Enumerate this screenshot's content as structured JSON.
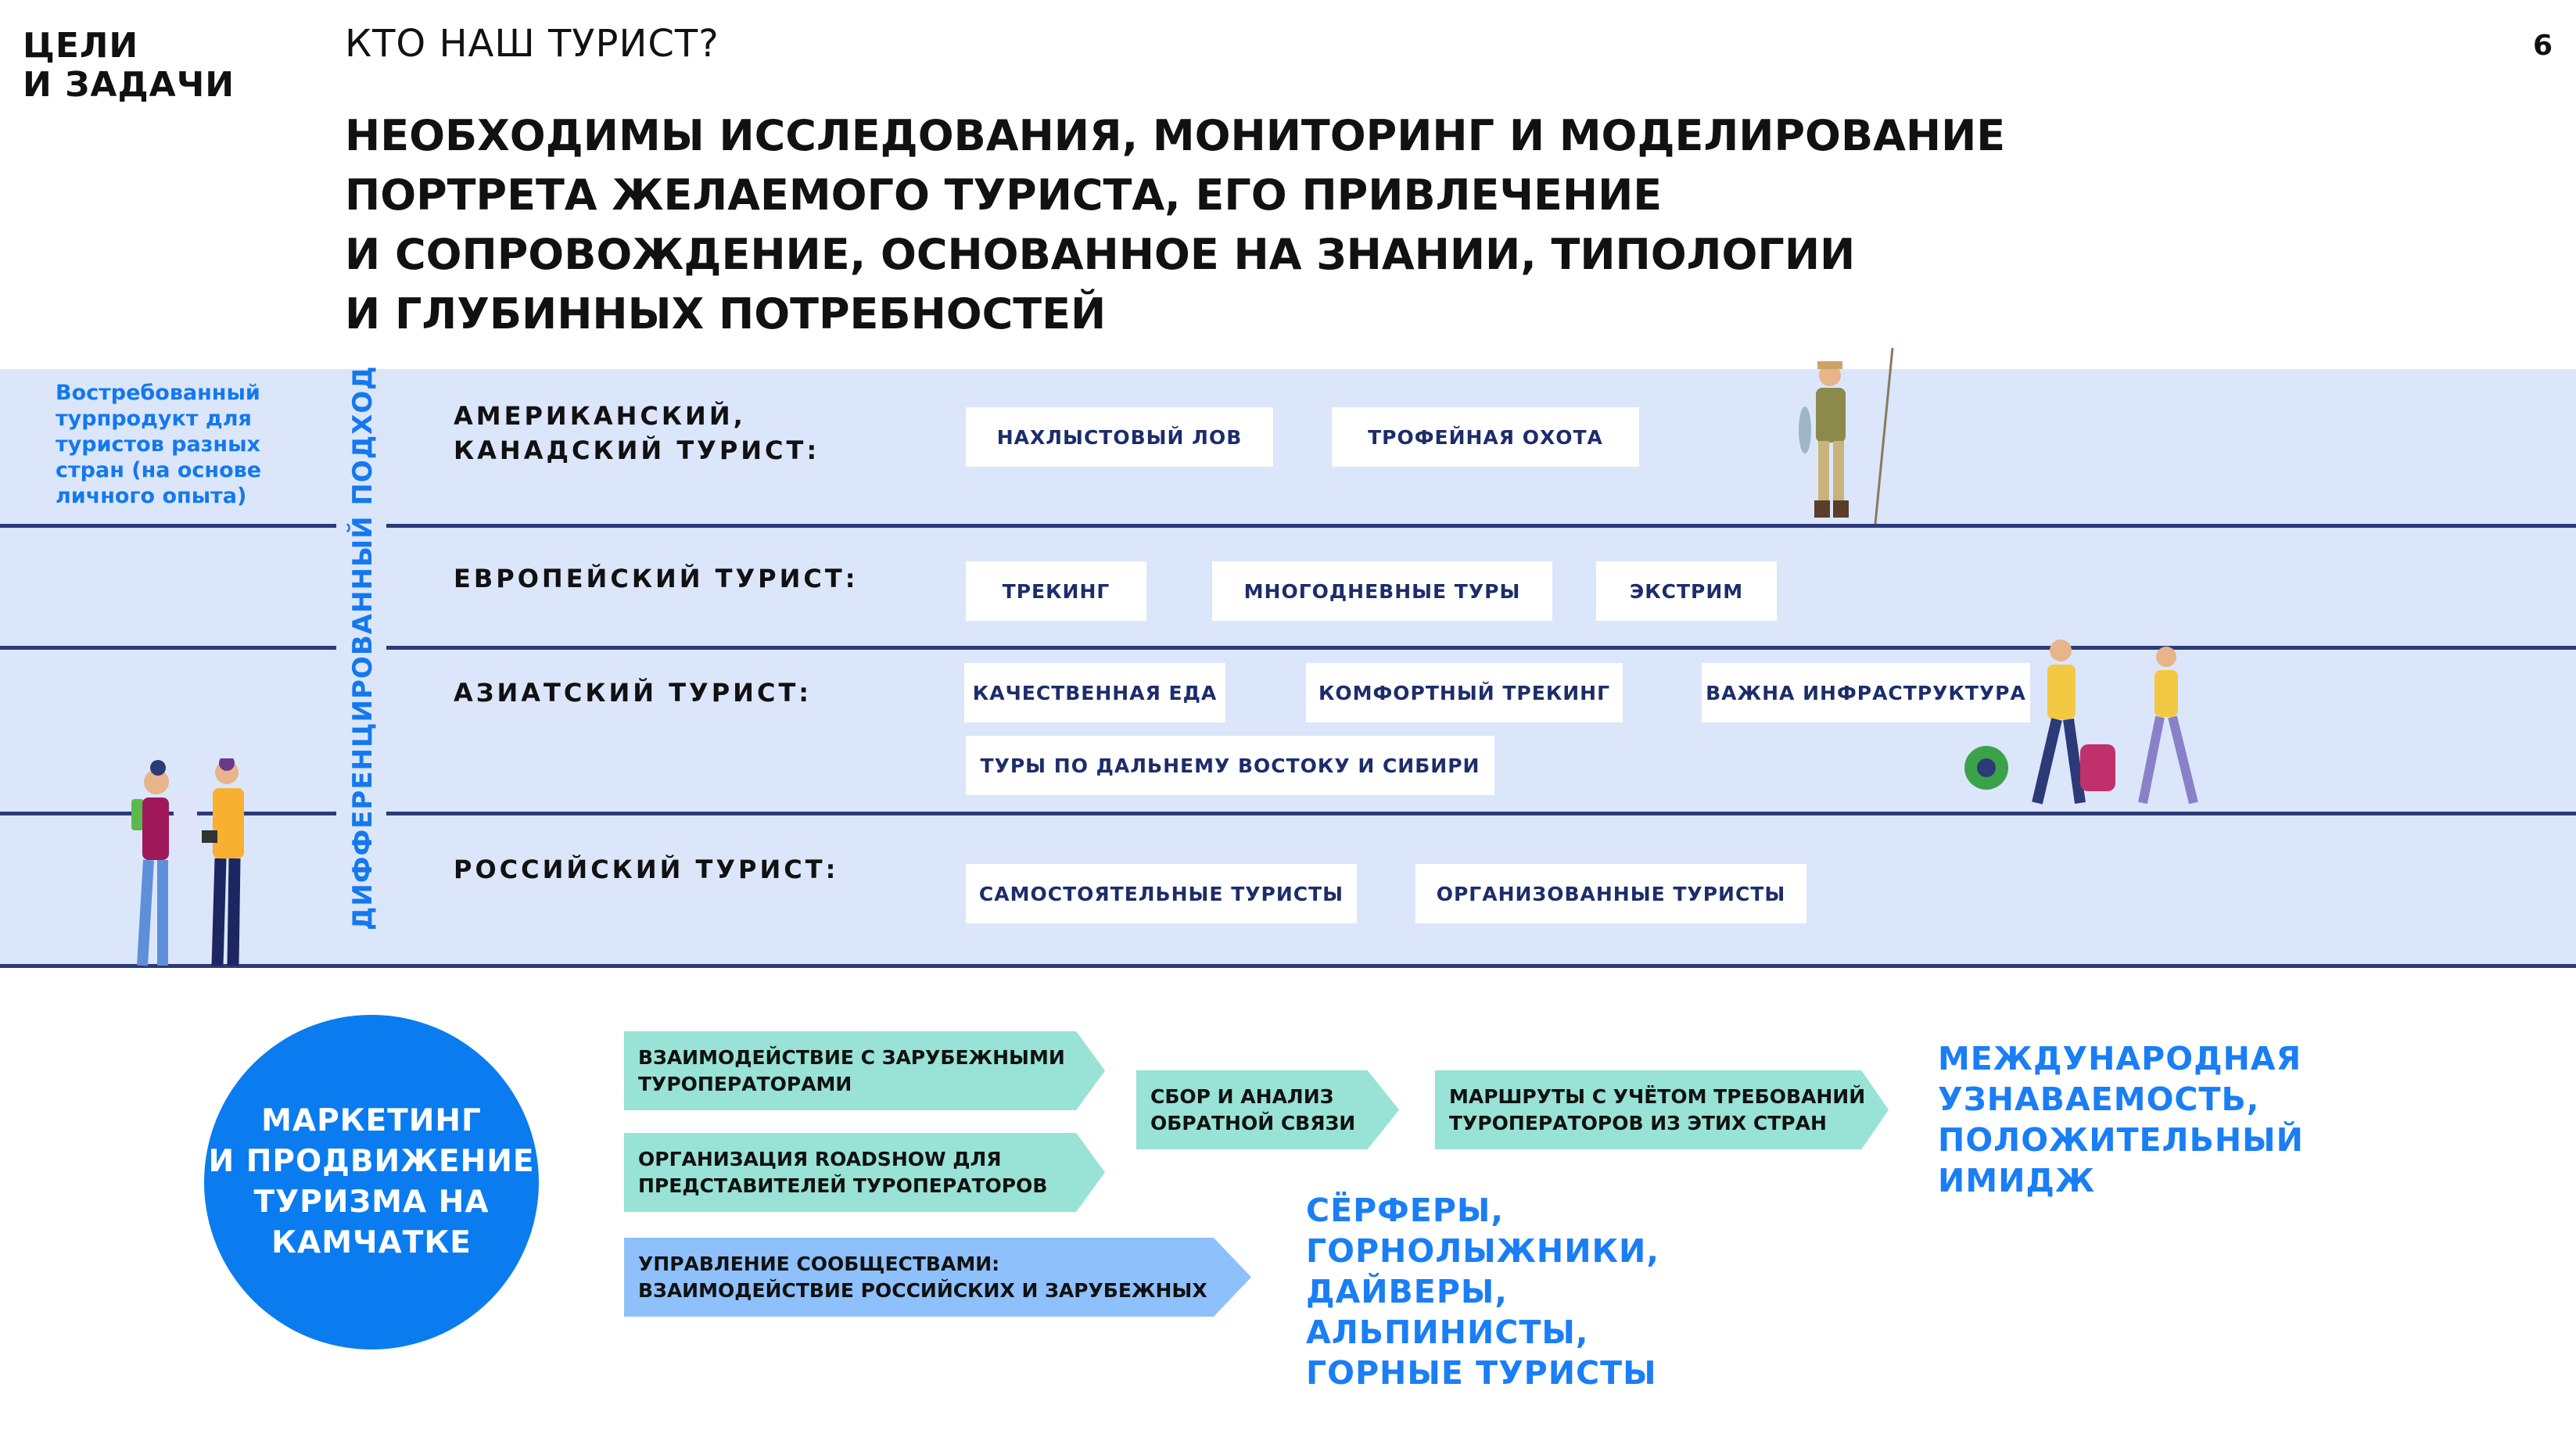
{
  "header": {
    "section_line1": "ЦЕЛИ",
    "section_line2": "И ЗАДАЧИ",
    "kicker": "КТО НАШ ТУРИСТ?",
    "page_number": "6"
  },
  "headline": [
    "НЕОБХОДИМЫ ИССЛЕДОВАНИЯ, МОНИТОРИНГ И МОДЕЛИРОВАНИЕ",
    "ПОРТРЕТА ЖЕЛАЕМОГО ТУРИСТА, ЕГО ПРИВЛЕЧЕНИЕ",
    "И СОПРОВОЖДЕНИЕ, ОСНОВАННОЕ НА ЗНАНИИ, ТИПОЛОГИИ",
    "И ГЛУБИННЫХ ПОТРЕБНОСТЕЙ"
  ],
  "band": {
    "left_note": "Востребованный турпродукт для туристов разных стран (на основе личного опыта)",
    "vertical_label": "ДИФФЕРЕНЦИРОВАННЫЙ ПОДХОД",
    "rows": [
      {
        "label_line1": "АМЕРИКАНСКИЙ,",
        "label_line2": "КАНАДСКИЙ ТУРИСТ:",
        "tags": [
          "НАХЛЫСТОВЫЙ ЛОВ",
          "ТРОФЕЙНАЯ ОХОТА"
        ]
      },
      {
        "label_line1": "ЕВРОПЕЙСКИЙ ТУРИСТ:",
        "tags": [
          "ТРЕКИНГ",
          "МНОГОДНЕВНЫЕ ТУРЫ",
          "ЭКСТРИМ"
        ]
      },
      {
        "label_line1": "АЗИАТСКИЙ ТУРИСТ:",
        "tags": [
          "КАЧЕСТВЕННАЯ ЕДА",
          "КОМФОРТНЫЙ ТРЕКИНГ",
          "ВАЖНА ИНФРАСТРУКТУРА",
          "ТУРЫ ПО ДАЛЬНЕМУ ВОСТОКУ И СИБИРИ"
        ]
      },
      {
        "label_line1": "РОССИЙСКИЙ ТУРИСТ:",
        "tags": [
          "САМОСТОЯТЕЛЬНЫЕ ТУРИСТЫ",
          "ОРГАНИЗОВАННЫЕ ТУРИСТЫ"
        ]
      }
    ]
  },
  "marketing": {
    "circle": [
      "МАРКЕТИНГ",
      "И ПРОДВИЖЕНИЕ",
      "ТУРИЗМА НА",
      "КАМЧАТКЕ"
    ],
    "arrows": [
      [
        "ВЗАИМОДЕЙСТВИЕ С ЗАРУБЕЖНЫМИ",
        "ТУРОПЕРАТОРАМИ"
      ],
      [
        "ОРГАНИЗАЦИЯ ROADSHOW ДЛЯ",
        "ПРЕДСТАВИТЕЛЕЙ ТУРОПЕРАТОРОВ"
      ],
      [
        "УПРАВЛЕНИЕ СООБЩЕСТВАМИ:",
        "ВЗАИМОДЕЙСТВИЕ РОССИЙСКИХ И ЗАРУБЕЖНЫХ"
      ],
      [
        "СБОР И АНАЛИЗ",
        "ОБРАТНОЙ СВЯЗИ"
      ],
      [
        "МАРШРУТЫ С УЧЁТОМ ТРЕБОВАНИЙ",
        "ТУРОПЕРАТОРОВ ИЗ ЭТИХ СТРАН"
      ]
    ],
    "result": [
      "МЕЖДУНАРОДНАЯ",
      "УЗНАВАЕМОСТЬ,",
      "ПОЛОЖИТЕЛЬНЫЙ",
      "ИМИДЖ"
    ],
    "segments": [
      "СЁРФЕРЫ,",
      "ГОРНОЛЫЖНИКИ,",
      "ДАЙВЕРЫ,",
      "АЛЬПИНИСТЫ,",
      "ГОРНЫЕ ТУРИСТЫ"
    ]
  },
  "colors": {
    "band": "#dbe6fb",
    "navy": "#2d3a78",
    "accent": "#0a7cf0",
    "teal": "#98e2d6",
    "lightblue": "#8ec0fb"
  }
}
